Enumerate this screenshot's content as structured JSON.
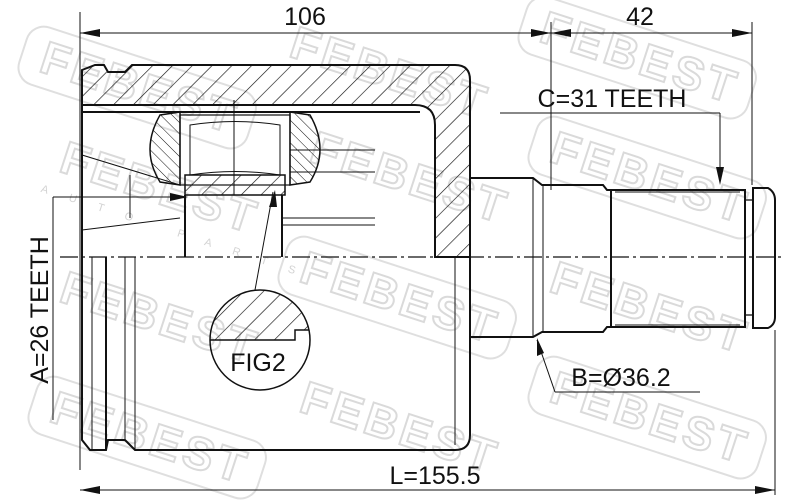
{
  "watermark": {
    "brand": "FEBEST",
    "tagline": "AUTO PARTS"
  },
  "dimensions": {
    "housing_length": "106",
    "spline_length": "42",
    "overall_length": "L=155.5",
    "inner_teeth": "A=26 TEETH",
    "outer_teeth": "C=31 TEETH",
    "seal_diameter": "B=Ø36.2",
    "figure_label": "FIG2"
  }
}
